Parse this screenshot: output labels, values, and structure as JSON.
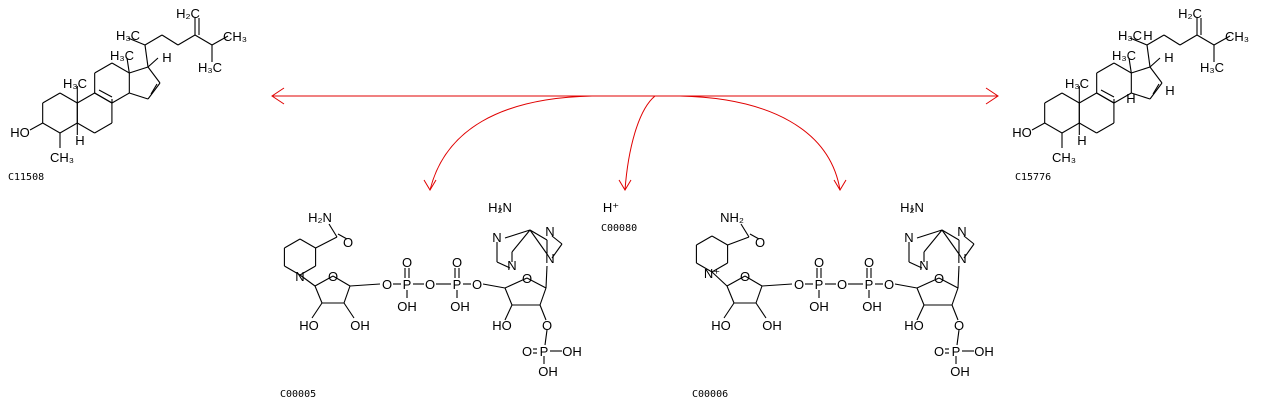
{
  "reaction": {
    "arrow_color": "#e00000",
    "compounds": [
      {
        "id": "C11508",
        "role": "substrate",
        "atoms": [
          "H₃C",
          "H₃C",
          "H",
          "H₃C",
          "HO",
          "H",
          "CH₃",
          "H₂C",
          "CH₃",
          "H₃C"
        ]
      },
      {
        "id": "C15776",
        "role": "product",
        "atoms": [
          "H₃C",
          "H₃C",
          "H",
          "H₃C",
          "HO",
          "H",
          "CH₃",
          "H₂C",
          "CH₃",
          "H₃C",
          "H",
          "H",
          "H"
        ]
      },
      {
        "id": "C00005",
        "role": "cofactor-in",
        "atoms": [
          "H₂N",
          "O",
          "N",
          "O",
          "HO",
          "OH",
          "O",
          "P",
          "O",
          "OH",
          "O",
          "P",
          "O",
          "OH",
          "O",
          "O",
          "H₂N",
          "N",
          "N",
          "N",
          "N",
          "HO",
          "O",
          "P",
          "O",
          "OH",
          "OH"
        ]
      },
      {
        "id": "C00080",
        "role": "product",
        "atoms": [
          "H⁺"
        ]
      },
      {
        "id": "C00006",
        "role": "cofactor-out",
        "atoms": [
          "NH₂",
          "O",
          "N⁺",
          "O",
          "HO",
          "OH",
          "O",
          "P",
          "O",
          "OH",
          "O",
          "P",
          "O",
          "OH",
          "O",
          "O",
          "H₂N",
          "N",
          "N",
          "N",
          "N",
          "HO",
          "O",
          "P",
          "O",
          "OH",
          "OH"
        ]
      }
    ]
  }
}
